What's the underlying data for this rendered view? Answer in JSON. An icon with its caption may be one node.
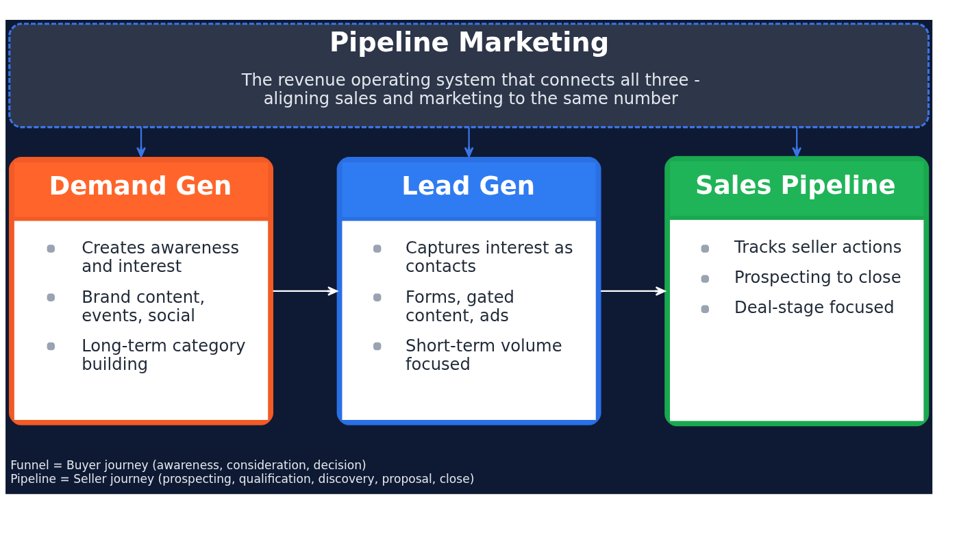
{
  "diagram": {
    "nodes": [
      {
        "text": [
          "Pipeline Marketing",
          "The revenue operating system that connects all three - aligning sales and marketing to the same number"
        ]
      },
      {
        "text": [
          "Demand Gen",
          "Creates awareness and interest",
          "Brand content, events, social",
          "Long-term category building"
        ]
      },
      {
        "text": [
          "Lead Gen",
          "Captures interest as contacts",
          "Forms, gated content, ads",
          "Short-term volume focused"
        ]
      },
      {
        "text": [
          "Sales Pipeline",
          "Tracks seller actions",
          "Prospecting to close",
          "Deal-stage focused"
        ]
      }
    ],
    "edges": [
      {
        "from": 0,
        "to": 1,
        "arrow": "to"
      },
      {
        "from": 0,
        "to": 2,
        "arrow": "to"
      },
      {
        "from": 0,
        "to": 3,
        "arrow": "to"
      },
      {
        "from": 1,
        "to": 2,
        "arrow": "to",
        "color": "#ffffff"
      },
      {
        "from": 2,
        "to": 3,
        "arrow": "to",
        "color": "#ffffff"
      }
    ],
    "labels": [
      "Funnel = Buyer journey (awareness, consideration, decision)",
      "Pipeline = Seller journey (prospecting, qualification, discovery, proposal, close)"
    ]
  }
}
